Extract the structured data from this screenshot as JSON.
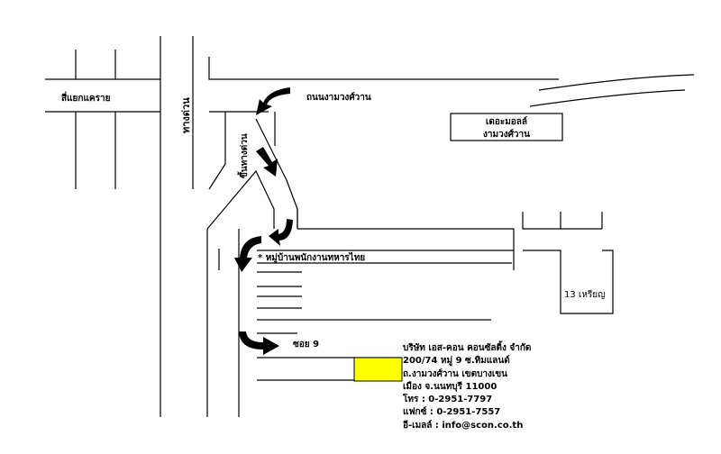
{
  "roads": {
    "sri_yaek_khae_rai": "สี่แยกแคราย",
    "thang_duan": "ทางด่วน",
    "thanon_ngamwongwan": "ถนนงามวงศ์วาน",
    "khuen_thang_duan": "ขึ้นทางด่วน",
    "soi_9": "ซอย 9"
  },
  "landmarks": {
    "the_mall_line1": "เดอะมอลล์",
    "the_mall_line2": "งามวงศ์วาน",
    "village": "* หมู่บ้านพนักงานทหารไทย",
    "pharmacy": "13 เหรียญ"
  },
  "company": {
    "name": "บริษัท เอส-คอน คอนซัลติ้ง จำกัด",
    "address1": "200/74 หมู่ 9 ซ.ทิมแลนด์",
    "address2": "ถ.งามวงศ์วาน เขตบางเขน",
    "address3": "เมือง จ.นนทบุรี 11000",
    "phone": "โทร : 0-2951-7797",
    "fax": "แฟกซ์ : 0-2951-7557",
    "email": "อี-เมลล์ : info@scon.co.th"
  },
  "colors": {
    "destination": "#ffff00",
    "lines": "#000000",
    "background": "#ffffff"
  }
}
